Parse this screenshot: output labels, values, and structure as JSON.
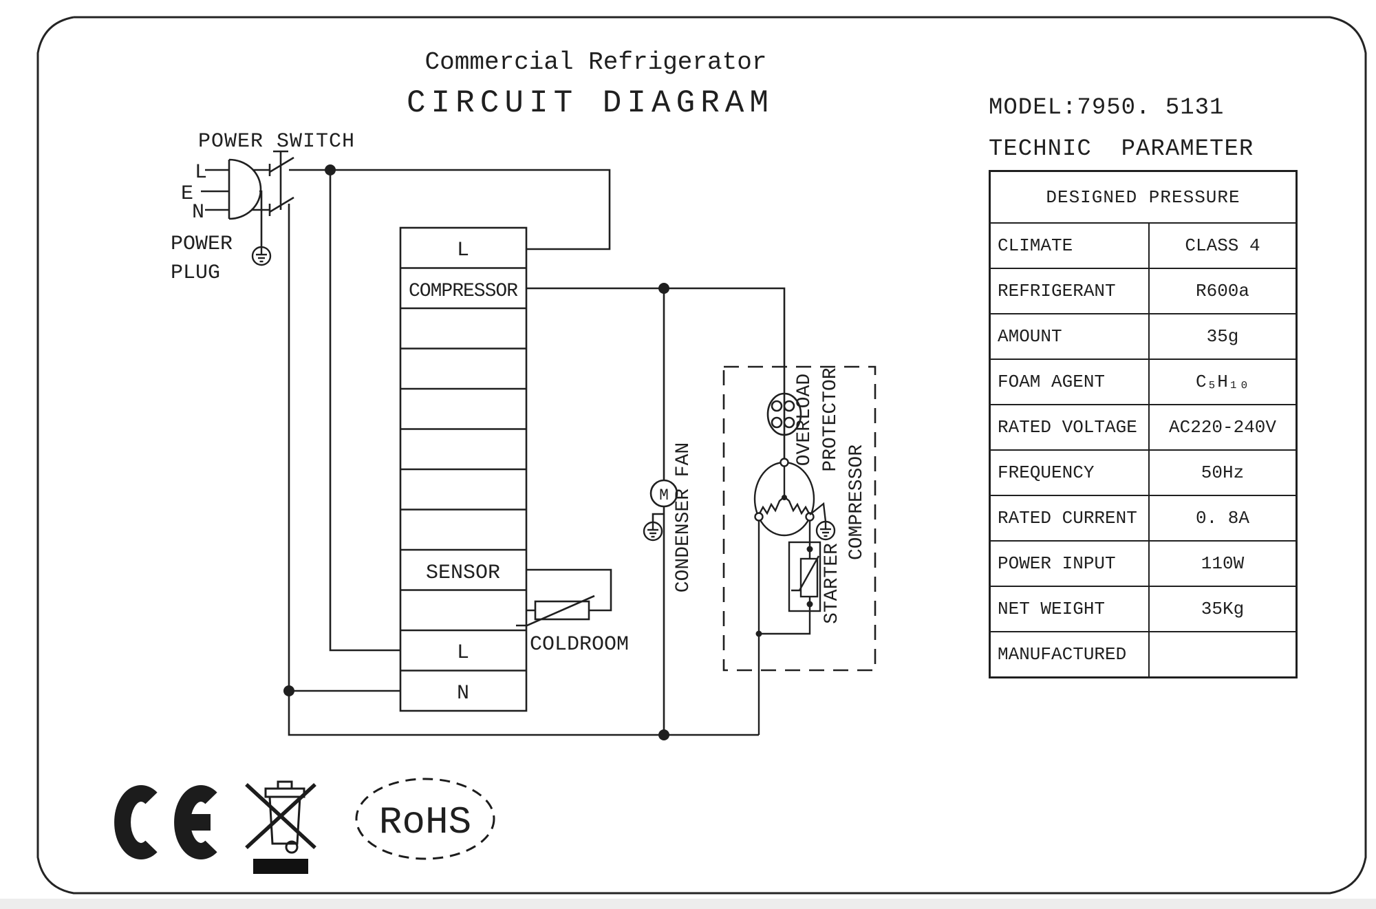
{
  "header": {
    "subtitle": "Commercial Refrigerator",
    "title": "CIRCUIT DIAGRAM"
  },
  "diagram": {
    "power_switch_label": "POWER SWITCH",
    "plug": {
      "t1": "L",
      "t2": "E",
      "t3": "N",
      "line1": "POWER",
      "line2": "PLUG"
    },
    "terminal_block": {
      "rows": [
        "L",
        "COMPRESSOR",
        "",
        "",
        "",
        "",
        "",
        "",
        "SENSOR",
        "",
        "L",
        "N"
      ]
    },
    "coldroom_label": "COLDROOM",
    "condenser_fan_label": "CONDENSER FAN",
    "motor_letter": "M",
    "overload_line1": "OVERLOAD",
    "overload_line2": "PROTECTOR",
    "starter_label": "STARTER",
    "compressor_label": "COMPRESSOR"
  },
  "nameplate": {
    "model": "MODEL:7950. 5131",
    "heading": "TECHNIC  PARAMETER",
    "table": {
      "header": "DESIGNED PRESSURE",
      "rows": [
        {
          "label": "CLIMATE",
          "value": "CLASS 4"
        },
        {
          "label": "REFRIGERANT",
          "value": "R600a"
        },
        {
          "label": "AMOUNT",
          "value": "35g"
        },
        {
          "label": "FOAM AGENT",
          "value": "C₅H₁₀"
        },
        {
          "label": "RATED VOLTAGE",
          "value": "AC220-240V"
        },
        {
          "label": "FREQUENCY",
          "value": "50Hz"
        },
        {
          "label": "RATED CURRENT",
          "value": "0. 8A"
        },
        {
          "label": "POWER INPUT",
          "value": "110W"
        },
        {
          "label": "NET WEIGHT",
          "value": "35Kg"
        },
        {
          "label": "MANUFACTURED",
          "value": ""
        }
      ]
    }
  },
  "marks": {
    "rohs": "RoHS"
  },
  "colors": {
    "ink": "#1f1f1f",
    "bg": "#ffffff",
    "bar": "#111111"
  }
}
